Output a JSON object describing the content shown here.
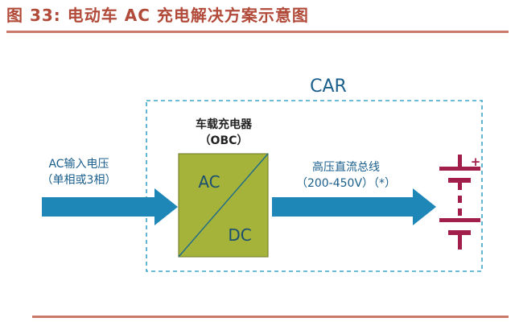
{
  "figure": {
    "title": "图 33: 电动车 AC 充电解决方案示意图"
  },
  "diagram": {
    "car_label": "CAR",
    "input": {
      "line1": "AC输入电压",
      "line2": "（单相或3相）"
    },
    "obc": {
      "title_line1": "车载充电器",
      "title_line2": "（OBC）",
      "ac_text": "AC",
      "dc_text": "DC"
    },
    "output": {
      "line1": "高压直流总线",
      "line2": "（200-450V）（*）"
    },
    "battery": {
      "plus_sign": "+"
    },
    "colors": {
      "arrow": "#1f87b7",
      "obc_fill": "#a5b33a",
      "obc_border": "#7a8530",
      "dashed_border": "#3aa5c8",
      "battery": "#a11f4a",
      "title": "#b24a3a",
      "label_blue": "#1a5e8c"
    }
  }
}
